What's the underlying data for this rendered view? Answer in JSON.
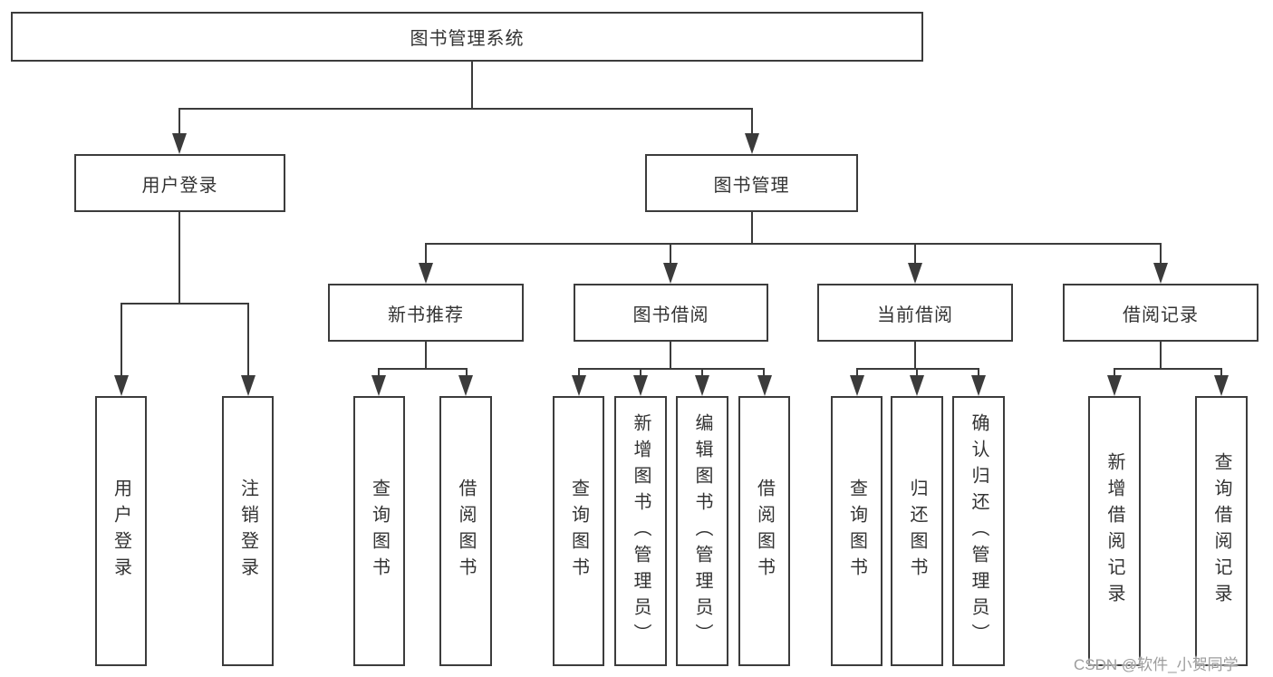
{
  "nodes": {
    "root": "图书管理系统",
    "user_login": "用户登录",
    "book_mgmt": "图书管理",
    "new_books": "新书推荐",
    "book_borrow": "图书借阅",
    "current_borrow": "当前借阅",
    "borrow_records": "借阅记录",
    "leaf_user_login": "用户登录",
    "leaf_logout": "注销登录",
    "leaf_nb_query": "查询图书",
    "leaf_nb_borrow": "借阅图书",
    "leaf_bb_query": "查询图书",
    "leaf_bb_add": "新增图书（管理员）",
    "leaf_bb_edit": "编辑图书（管理员）",
    "leaf_bb_borrow": "借阅图书",
    "leaf_cb_query": "查询图书",
    "leaf_cb_return": "归还图书",
    "leaf_cb_confirm": "确认归还（管理员）",
    "leaf_br_add": "新增借阅记录",
    "leaf_br_query": "查询借阅记录"
  },
  "watermark": "CSDN @软件_小贺同学",
  "colors": {
    "line": "#3b3b3b",
    "box_border": "#3c3c3c",
    "text": "#333333",
    "watermark": "#9d9d9d",
    "background": "#ffffff"
  }
}
